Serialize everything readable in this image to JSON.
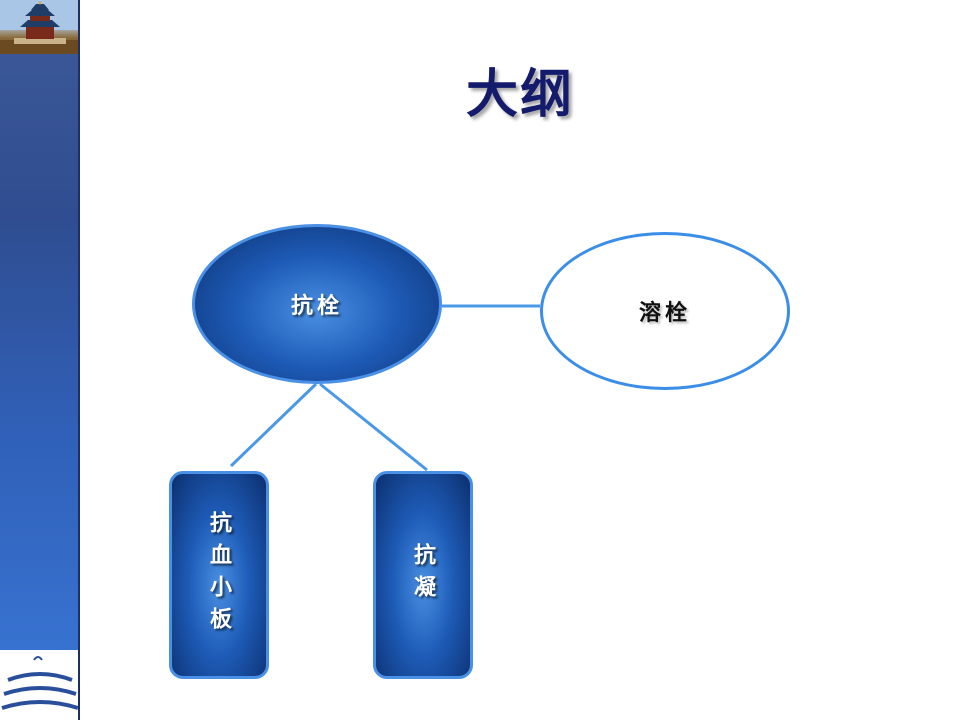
{
  "slide": {
    "title": "大纲"
  },
  "diagram": {
    "root": {
      "label": "抗栓"
    },
    "sibling": {
      "label": "溶栓"
    },
    "children": [
      {
        "label": "抗血小板"
      },
      {
        "label": "抗凝"
      }
    ]
  },
  "colors": {
    "title": "#141a6c",
    "side_band": "#2f4d90",
    "node_fill_dark": "#1e5cb8",
    "node_border": "#3b8ee8",
    "connector": "#4a98e8"
  }
}
